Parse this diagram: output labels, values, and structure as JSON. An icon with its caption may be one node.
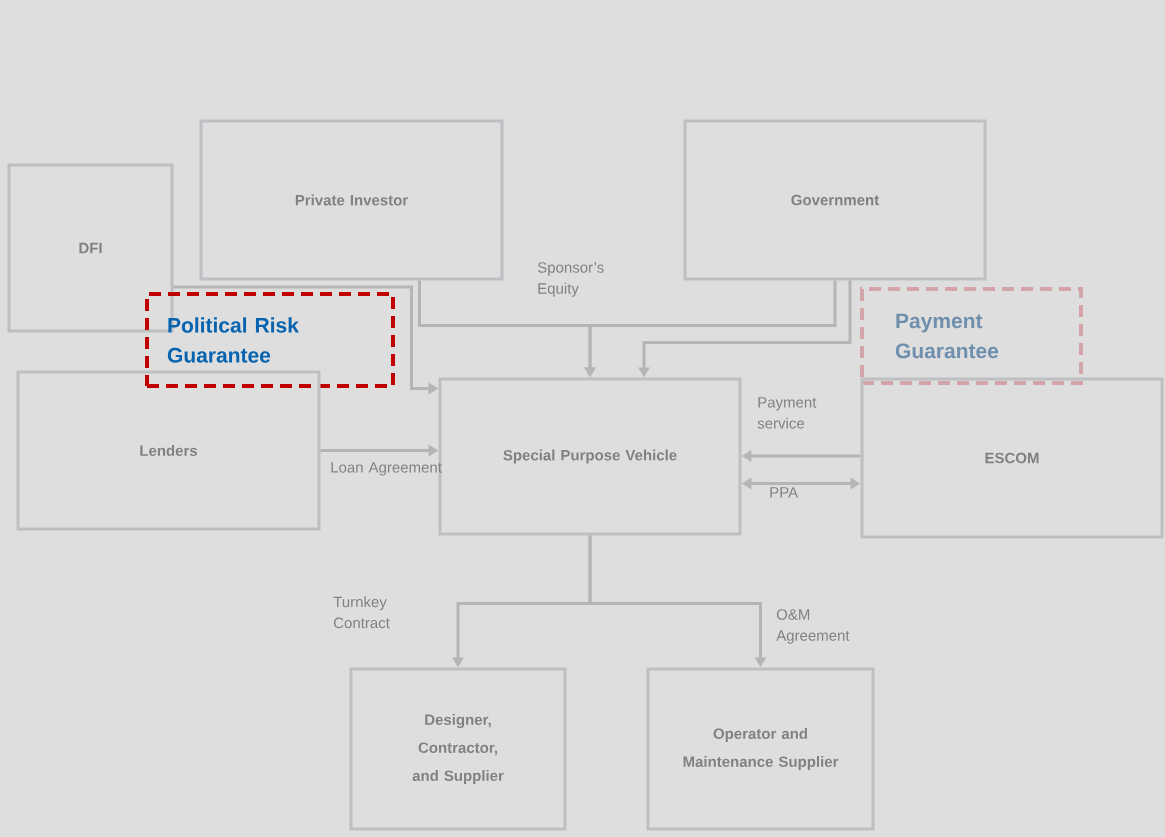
{
  "diagram": {
    "nodes": [
      {
        "text": [
          "DFI"
        ]
      },
      {
        "text": [
          "Private Investor"
        ]
      },
      {
        "text": [
          "Government"
        ]
      },
      {
        "text": [
          "Political Risk Guarantee"
        ]
      },
      {
        "text": [
          "Payment Guarantee"
        ]
      },
      {
        "text": [
          "Lenders"
        ]
      },
      {
        "text": [
          "Special Purpose Vehicle"
        ]
      },
      {
        "text": [
          "ESCOM"
        ]
      },
      {
        "text": [
          "Designer, Contractor, and Supplier"
        ]
      },
      {
        "text": [
          "Operator and Maintenance Supplier"
        ]
      }
    ],
    "edges": [
      {
        "from": 1,
        "to": 6,
        "arrow": "to",
        "label": "Sponsor’s Equity"
      },
      {
        "from": 2,
        "to": 6,
        "arrow": "to"
      },
      {
        "from": 2,
        "to": 6,
        "arrow": "to"
      },
      {
        "from": 0,
        "to": 6,
        "arrow": "to"
      },
      {
        "from": 5,
        "to": 6,
        "arrow": "to",
        "label": "Loan Agreement"
      },
      {
        "from": 7,
        "to": 6,
        "arrow": "to",
        "label": "Payment service"
      },
      {
        "from": 6,
        "to": 7,
        "arrow": "both",
        "label": "PPA"
      },
      {
        "from": 6,
        "to": 8,
        "arrow": "to",
        "label": "Turnkey Contract"
      },
      {
        "from": 6,
        "to": 9,
        "arrow": "to",
        "label": "O&M Agreement"
      }
    ]
  }
}
